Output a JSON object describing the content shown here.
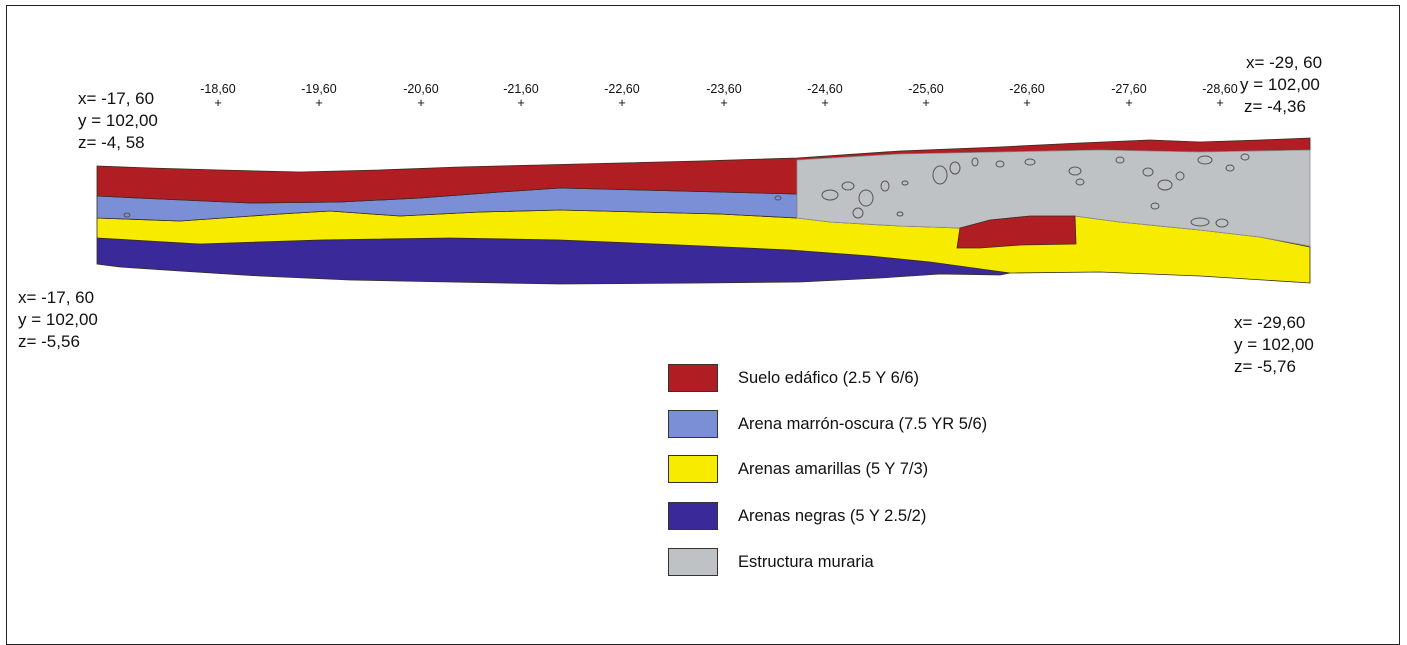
{
  "axis_ticks": [
    "-18,60",
    "-19,60",
    "-20,60",
    "-21,60",
    "-22,60",
    "-23,60",
    "-24,60",
    "-25,60",
    "-26,60",
    "-27,60",
    "-28,60"
  ],
  "coords": {
    "top_left": {
      "x": "x= -17, 60",
      "y": "y = 102,00",
      "z": "z= -4, 58"
    },
    "bottom_left": {
      "x": "x= -17, 60",
      "y": "y = 102,00",
      "z": "z= -5,56"
    },
    "top_right": {
      "x": "x= -29, 60",
      "y": "y = 102,00",
      "z": "z= -4,36"
    },
    "bottom_right": {
      "x": "x= -29,60",
      "y": "y = 102,00",
      "z": "z= -5,76"
    }
  },
  "legend": [
    {
      "label": "Suelo edáfico (2.5 Y 6/6)",
      "color": "#b01e24"
    },
    {
      "label": "Arena marrón-oscura (7.5 YR 5/6)",
      "color": "#7b8fd6"
    },
    {
      "label": "Arenas amarillas (5 Y 7/3)",
      "color": "#f7ec00"
    },
    {
      "label": "Arenas negras (5 Y 2.5/2)",
      "color": "#3a2a99"
    },
    {
      "label": "Estructura muraria",
      "color": "#bfc2c5"
    }
  ],
  "colors": {
    "stone_outline": "#555555",
    "layer_edge": "#3a2a20"
  }
}
